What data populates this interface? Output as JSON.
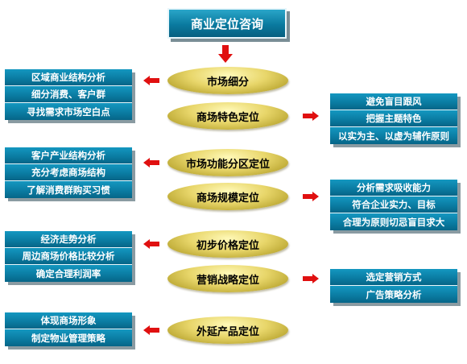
{
  "title": "商业定位咨询",
  "center_steps": [
    "市场细分",
    "商场特色定位",
    "市场功能分区定位",
    "商场规模定位",
    "初步价格定位",
    "营销战略定位",
    "外延产品定位"
  ],
  "left_groups": [
    [
      "区域商业结构分析",
      "细分消费、客户群",
      "寻找需求市场空白点"
    ],
    [
      "客户产业结构分析",
      "充分考虑商场结构",
      "了解消费群购买习惯"
    ],
    [
      "经济走势分析",
      "周边商场价格比较分析",
      "确定合理利润率"
    ],
    [
      "体现商场形象",
      "制定物业管理策略"
    ]
  ],
  "right_groups": [
    [
      "避免盲目跟风",
      "把握主题特色",
      "以实为主、以虚为辅作原则"
    ],
    [
      "分析需求吸收能力",
      "符合企业实力、目标",
      "合理为原则切忌盲目求大"
    ],
    [
      "选定营销方式",
      "广告策略分析"
    ]
  ],
  "colors": {
    "box_blue": "#0a7aa0",
    "arrow_red": "#e01010",
    "ellipse_gold": "#d9c652"
  }
}
